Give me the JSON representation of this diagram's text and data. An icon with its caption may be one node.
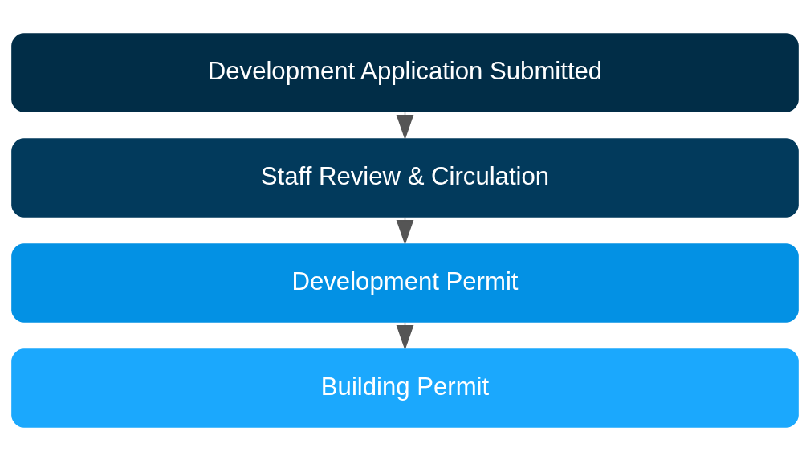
{
  "diagram": {
    "nodes": [
      {
        "text": [
          "Development Application Submitted"
        ]
      },
      {
        "text": [
          "Staff Review & Circulation"
        ]
      },
      {
        "text": [
          "Development Permit"
        ]
      },
      {
        "text": [
          "Building Permit"
        ]
      }
    ],
    "edges": [
      {
        "from": 0,
        "to": 1,
        "arrow": "to"
      },
      {
        "from": 1,
        "to": 2,
        "arrow": "to"
      },
      {
        "from": 2,
        "to": 3,
        "arrow": "to"
      }
    ]
  }
}
